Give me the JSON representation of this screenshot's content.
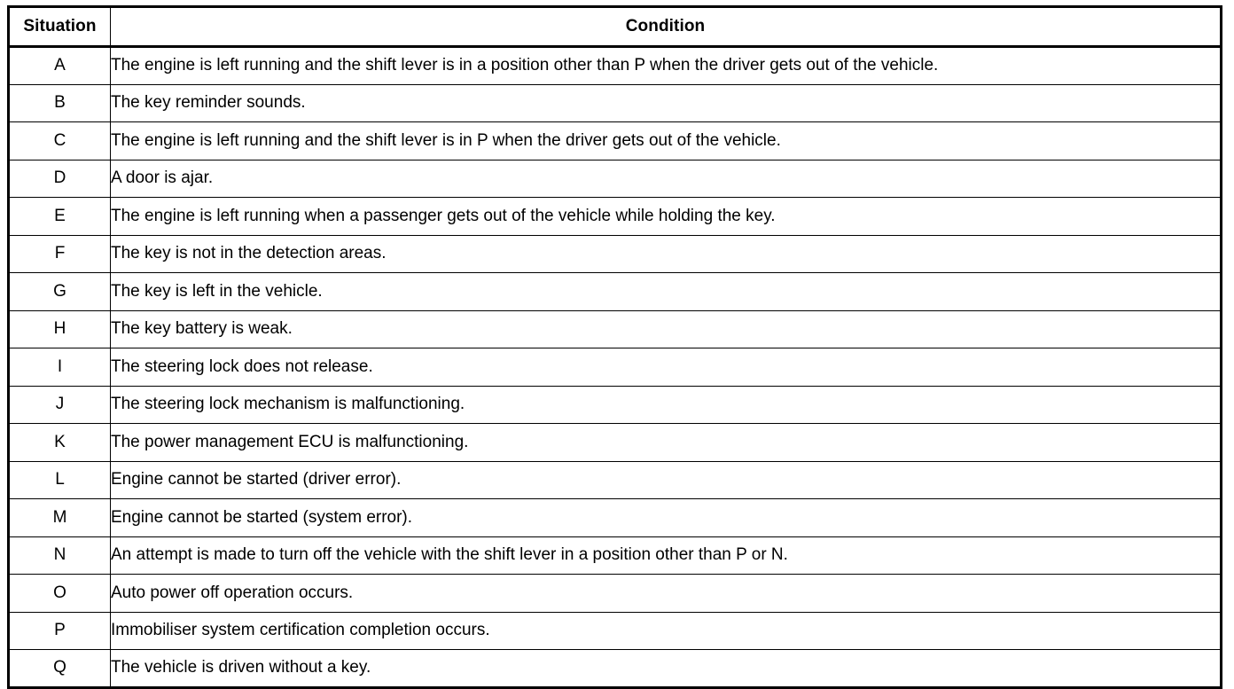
{
  "table": {
    "columns": [
      {
        "key": "situation",
        "label": "Situation",
        "align": "center"
      },
      {
        "key": "condition",
        "label": "Condition",
        "align": "center"
      }
    ],
    "rows": [
      {
        "situation": "A",
        "condition": "The engine is left running and the shift lever is in a position other than P when the driver gets out of the vehicle."
      },
      {
        "situation": "B",
        "condition": "The key reminder sounds."
      },
      {
        "situation": "C",
        "condition": "The engine is left running and the shift lever is in P when the driver gets out of the vehicle."
      },
      {
        "situation": "D",
        "condition": "A door is ajar."
      },
      {
        "situation": "E",
        "condition": "The engine is left running when a passenger gets out of the vehicle while holding the key."
      },
      {
        "situation": "F",
        "condition": "The key is not in the detection areas."
      },
      {
        "situation": "G",
        "condition": "The key is left in the vehicle."
      },
      {
        "situation": "H",
        "condition": "The key battery is weak."
      },
      {
        "situation": "I",
        "condition": "The steering lock does not release."
      },
      {
        "situation": "J",
        "condition": "The steering lock mechanism is malfunctioning."
      },
      {
        "situation": "K",
        "condition": "The power management ECU is malfunctioning."
      },
      {
        "situation": "L",
        "condition": "Engine cannot be started (driver error)."
      },
      {
        "situation": "M",
        "condition": "Engine cannot be started (system error)."
      },
      {
        "situation": "N",
        "condition": "An attempt is made to turn off the vehicle with the shift lever in a position other than P or N."
      },
      {
        "situation": "O",
        "condition": "Auto power off operation occurs."
      },
      {
        "situation": "P",
        "condition": "Immobiliser system certification completion occurs."
      },
      {
        "situation": "Q",
        "condition": "The vehicle is driven without a key."
      }
    ]
  },
  "colors": {
    "border": "#000000",
    "text": "#000000",
    "background": "#ffffff"
  }
}
